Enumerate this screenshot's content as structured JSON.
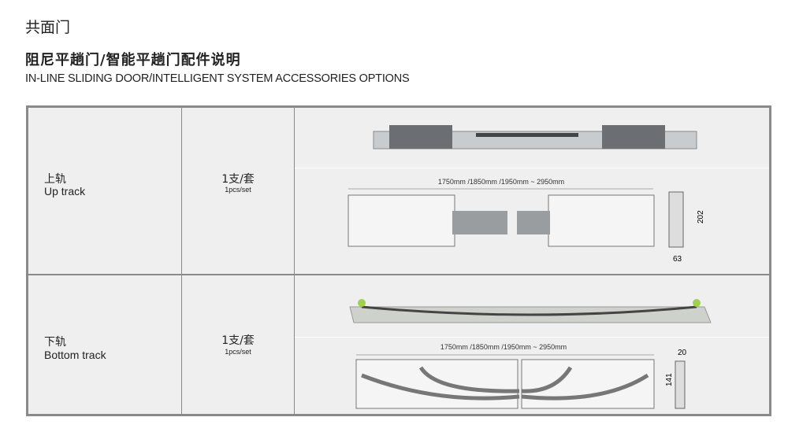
{
  "brand": "共面门",
  "title": "阻尼平趟门/智能平趟门配件说明",
  "subtitle": "IN-LINE SLIDING DOOR/INTELLIGENT SYSTEM ACCESSORIES OPTIONS",
  "rows": [
    {
      "name_cn": "上轨",
      "name_en": "Up track",
      "qty": "1支/套",
      "qty_en": "1pcs/set",
      "length": "1750mm /1850mm /1950mm ~ 2950mm",
      "dim_h": "202",
      "dim_w": "63"
    },
    {
      "name_cn": "下轨",
      "name_en": "Bottom track",
      "qty": "1支/套",
      "qty_en": "1pcs/set",
      "length": "1750mm /1850mm /1950mm ~ 2950mm",
      "dim_h": "141",
      "dim_w": "20"
    }
  ]
}
